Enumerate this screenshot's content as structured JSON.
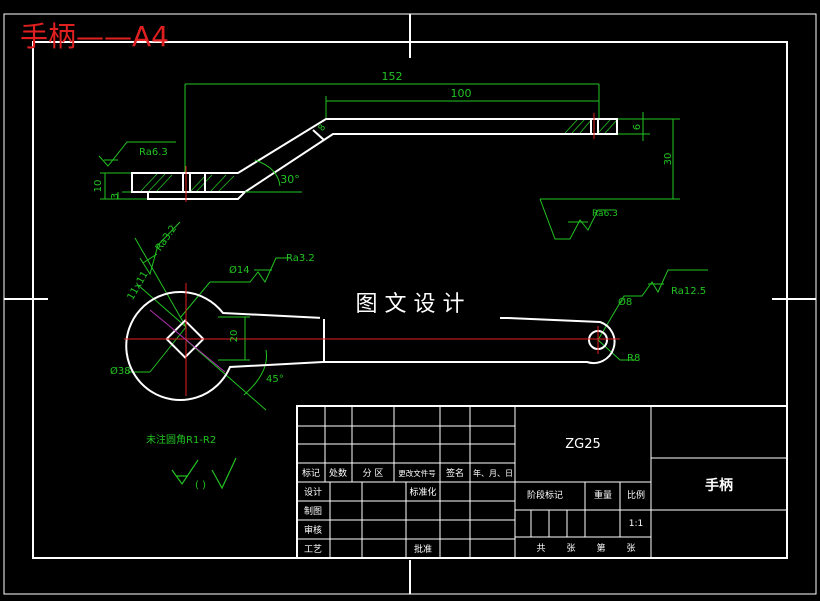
{
  "header": {
    "title": "手柄——A4"
  },
  "watermark": "图 文 设 计",
  "dimensions": {
    "len_152": "152",
    "len_100": "100",
    "thk_6": "6",
    "h_30": "30",
    "h_10": "10",
    "h_3": "3",
    "angle_30": "30°",
    "r_8": "8",
    "dia_14": "Ø14",
    "sq_11x11": "11x11",
    "w_20": "20",
    "dia_38": "Ø38",
    "angle_45": "45°",
    "dia_8": "Ø8",
    "rad_R8": "R8"
  },
  "roughness": {
    "ra_top_left": "Ra6.3",
    "ra_bottom_mid": "Ra6.3",
    "ra_square": "Ra3.2",
    "ra_hole14": "Ra3.2",
    "ra_hole8": "Ra12.5"
  },
  "notes": {
    "fillet": "未注圆角R1-R2",
    "roughness_symbol_paren": "( )"
  },
  "title_block": {
    "material": "ZG25",
    "part_name": "手柄",
    "rev_headers": [
      "标记",
      "处数",
      "分 区",
      "更改文件号",
      "签名",
      "年、月、日"
    ],
    "design": "设计",
    "standardize": "标准化",
    "draw": "制图",
    "review": "审核",
    "process": "工艺",
    "approve": "批准",
    "stage_mark": "阶段标记",
    "weight": "重量",
    "scale_label": "比例",
    "scale_value": "1:1",
    "sheets": [
      "共",
      "张",
      "第",
      "张"
    ]
  }
}
